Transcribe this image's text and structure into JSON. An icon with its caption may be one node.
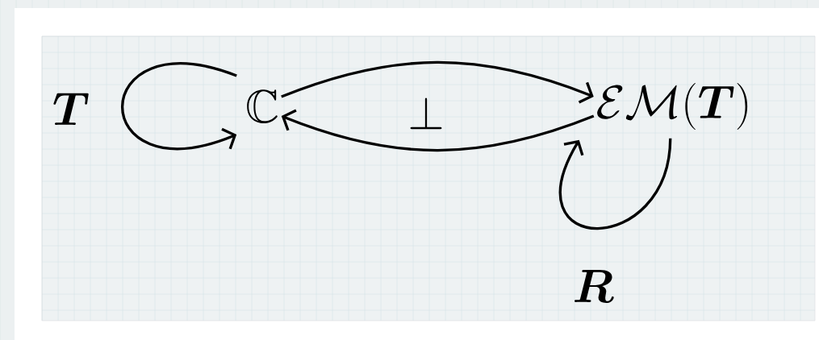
{
  "diagram": {
    "nodes": [
      {
        "text": [
          "\\mathbb{C}"
        ]
      },
      {
        "text": [
          "\\mathcal{E}\\mathcal{M}(\\boldsymbol{T})"
        ]
      }
    ],
    "edges": [
      {
        "from": 0,
        "to": 0,
        "arrow": "to",
        "label": "\\boldsymbol{T}"
      },
      {
        "from": 0,
        "to": 1,
        "arrow": "to"
      },
      {
        "from": 1,
        "to": 0,
        "arrow": "to"
      },
      {
        "from": 1,
        "to": 1,
        "arrow": "to",
        "label": "\\boldsymbol{R}"
      }
    ],
    "labels": [
      "\\perp"
    ]
  }
}
